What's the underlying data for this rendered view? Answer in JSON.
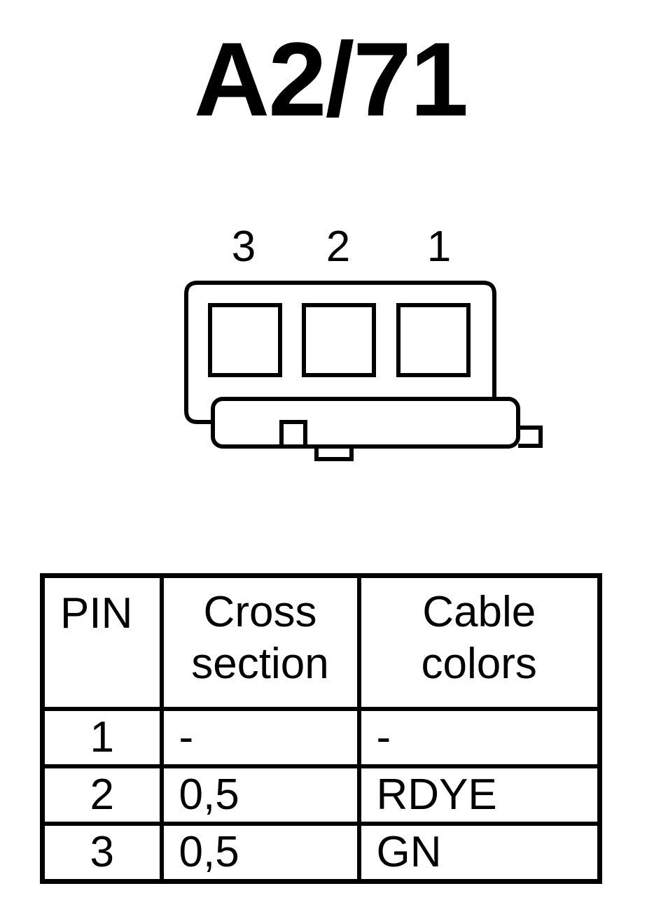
{
  "title": "A2/71",
  "connector": {
    "pin_labels": [
      "3",
      "2",
      "1"
    ]
  },
  "table": {
    "headers": {
      "pin": "PIN",
      "cross_section": [
        "Cross",
        "section"
      ],
      "cable_colors": [
        "Cable",
        "colors"
      ]
    },
    "rows": [
      {
        "pin": "1",
        "cross_section": "-",
        "color": "-"
      },
      {
        "pin": "2",
        "cross_section": "0,5",
        "color": "RDYE"
      },
      {
        "pin": "3",
        "cross_section": "0,5",
        "color": "GN"
      }
    ]
  }
}
